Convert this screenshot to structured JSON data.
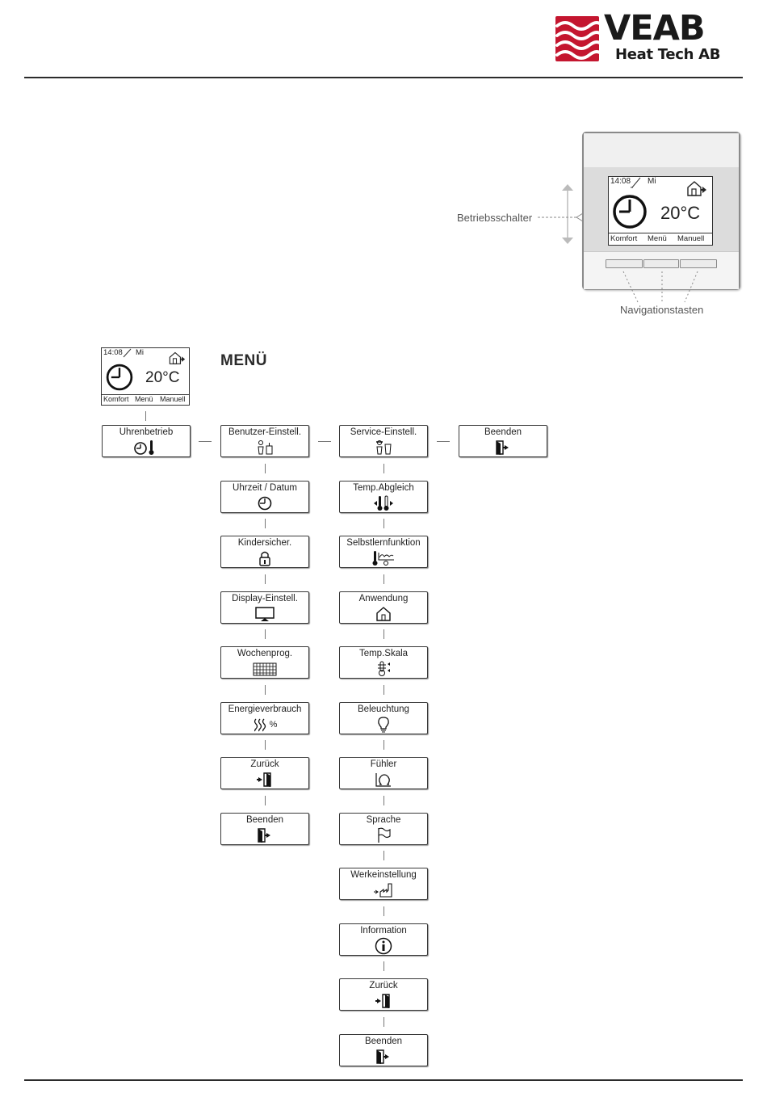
{
  "brand": {
    "name": "VEAB",
    "subtitle": "Heat Tech AB",
    "color": "#c4162f"
  },
  "device": {
    "screen": {
      "time": "14:08",
      "day": "Mi",
      "temperature": "20°C",
      "softkeys": [
        "Komfort",
        "Menü",
        "Manuell"
      ]
    },
    "labels": {
      "operation_switch": "Betriebsschalter",
      "nav_keys": "Navigationstasten"
    }
  },
  "menu": {
    "title": "MENÜ",
    "top": [
      {
        "label": "Uhrenbetrieb",
        "icon": "clock-thermometer-icon"
      },
      {
        "label": "Benutzer-Einstell.",
        "icon": "user-settings-icon"
      },
      {
        "label": "Service-Einstell.",
        "icon": "service-icon"
      },
      {
        "label": "Beenden",
        "icon": "exit-icon"
      }
    ],
    "user_settings": [
      {
        "label": "Uhrzeit / Datum",
        "icon": "clock-icon"
      },
      {
        "label": "Kindersicher.",
        "icon": "lock-icon"
      },
      {
        "label": "Display-Einstell.",
        "icon": "display-icon"
      },
      {
        "label": "Wochenprog.",
        "icon": "calendar-grid-icon"
      },
      {
        "label": "Energieverbrauch",
        "icon": "energy-icon",
        "suffix": "%"
      },
      {
        "label": "Zurück",
        "icon": "back-icon"
      },
      {
        "label": "Beenden",
        "icon": "exit-icon"
      }
    ],
    "service_settings": [
      {
        "label": "Temp.Abgleich",
        "icon": "temp-calibration-icon"
      },
      {
        "label": "Selbstlernfunktion",
        "icon": "self-learning-icon"
      },
      {
        "label": "Anwendung",
        "icon": "house-icon"
      },
      {
        "label": "Temp.Skala",
        "icon": "temp-scale-icon"
      },
      {
        "label": "Beleuchtung",
        "icon": "bulb-icon"
      },
      {
        "label": "Fühler",
        "icon": "sensor-ohm-icon"
      },
      {
        "label": "Sprache",
        "icon": "flag-icon"
      },
      {
        "label": "Werkeinstellung",
        "icon": "factory-icon"
      },
      {
        "label": "Information",
        "icon": "info-icon"
      },
      {
        "label": "Zurück",
        "icon": "back-icon"
      },
      {
        "label": "Beenden",
        "icon": "exit-icon"
      }
    ]
  }
}
